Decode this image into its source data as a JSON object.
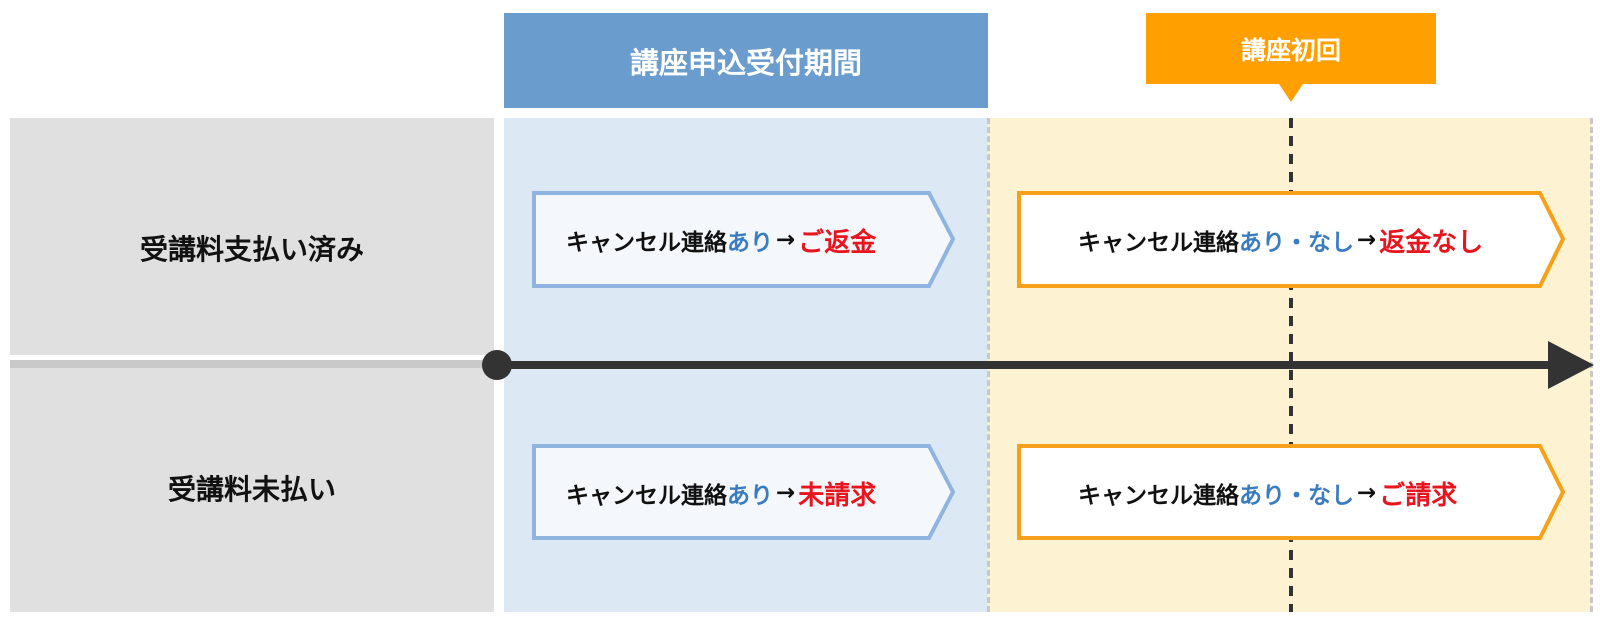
{
  "headers": {
    "application_period": "講座申込受付期間",
    "first_session": "講座初回"
  },
  "rows": {
    "paid": "受講料支払い済み",
    "unpaid": "受講料未払い"
  },
  "boxes": {
    "paid_before": {
      "prefix": "キャンセル連絡",
      "condition": "あり",
      "arrow": "→",
      "result": "ご返金"
    },
    "paid_after": {
      "prefix": "キャンセル連絡",
      "condition": "あり・なし",
      "arrow": "→",
      "result": "返金なし"
    },
    "unpaid_before": {
      "prefix": "キャンセル連絡",
      "condition": "あり",
      "arrow": "→",
      "result": "未請求"
    },
    "unpaid_after": {
      "prefix": "キャンセル連絡",
      "condition": "あり・なし",
      "arrow": "→",
      "result": "ご請求"
    }
  },
  "colors": {
    "blue_header": "#6a9ccd",
    "orange_header": "#ff9f00",
    "blue_box_border": "#8fb4df",
    "orange_box_border": "#f7a11a",
    "condition_blue": "#3a7cc0",
    "result_red": "#e8141e"
  }
}
